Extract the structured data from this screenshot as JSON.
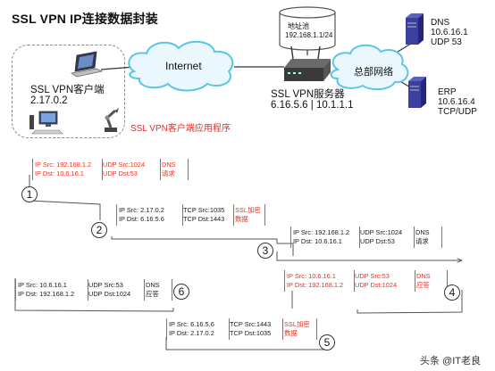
{
  "title": "SSL VPN IP连接数据封装",
  "client": {
    "label": "SSL VPN客户端",
    "ip": "2.17.0.2",
    "app_label": "SSL VPN客户端应用程序"
  },
  "internet_label": "Internet",
  "server": {
    "label": "SSL VPN服务器",
    "ips": "6.16.5.6 | 10.1.1.1"
  },
  "address_pool": {
    "label": "地址池",
    "subnet": "192.168.1.1/24"
  },
  "hq_label": "总部网络",
  "dns_server": {
    "name": "DNS",
    "ip": "10.6.16.1",
    "port": "UDP 53"
  },
  "erp_server": {
    "name": "ERP",
    "ip": "10.6.16.4",
    "proto": "TCP/UDP"
  },
  "steps": [
    {
      "num": "1",
      "cells": [
        {
          "lines": [
            "IP Src: 192.168.1.2",
            "IP Dst: 10.6.16.1"
          ],
          "color": "red"
        },
        {
          "lines": [
            "UDP Src:1024",
            "UDP Dst:53"
          ],
          "color": "red"
        },
        {
          "lines": [
            "DNS",
            "请求"
          ],
          "color": "red"
        }
      ]
    },
    {
      "num": "2",
      "cells": [
        {
          "lines": [
            "IP Src: 2.17.0.2",
            "IP Dst: 6.16.5.6"
          ],
          "color": "black"
        },
        {
          "lines": [
            "TCP Src:1035",
            "TCP Dst:1443"
          ],
          "color": "black"
        },
        {
          "lines": [
            "SSL加密",
            "数据"
          ],
          "color": "red"
        }
      ]
    },
    {
      "num": "3",
      "cells": [
        {
          "lines": [
            "IP Src: 192.168.1.2",
            "IP Dst: 10.6.16.1"
          ],
          "color": "black"
        },
        {
          "lines": [
            "UDP Src:1024",
            "UDP Dst:53"
          ],
          "color": "black"
        },
        {
          "lines": [
            "DNS",
            "请求"
          ],
          "color": "black"
        }
      ]
    },
    {
      "num": "4",
      "cells": [
        {
          "lines": [
            "IP Src: 10.6.16.1",
            "IP Dst: 192.168.1.2"
          ],
          "color": "red"
        },
        {
          "lines": [
            "UDP Src:53",
            "UDP Dst:1024"
          ],
          "color": "red"
        },
        {
          "lines": [
            "DNS",
            "应答"
          ],
          "color": "red"
        }
      ]
    },
    {
      "num": "5",
      "cells": [
        {
          "lines": [
            "IP Src: 6.16.5.6",
            "IP Dst: 2.17.0.2"
          ],
          "color": "black"
        },
        {
          "lines": [
            "TCP Src:1443",
            "TCP Dst:1035"
          ],
          "color": "black"
        },
        {
          "lines": [
            "SSL加密",
            "数据"
          ],
          "color": "red"
        }
      ]
    },
    {
      "num": "6",
      "cells": [
        {
          "lines": [
            "IP Src: 10.6.16.1",
            "IP Dst: 192.168.1.2"
          ],
          "color": "black"
        },
        {
          "lines": [
            "UDP Src:53",
            "UDP Dst:1024"
          ],
          "color": "black"
        },
        {
          "lines": [
            "DNS",
            "应答"
          ],
          "color": "black"
        }
      ]
    }
  ],
  "watermark": "头条 @IT老良",
  "colors": {
    "red": "#e8321f",
    "server_blue": "#3b3f9e",
    "cloud_stroke": "#59c6e6",
    "cloud_fill": "#eaf8fd"
  }
}
